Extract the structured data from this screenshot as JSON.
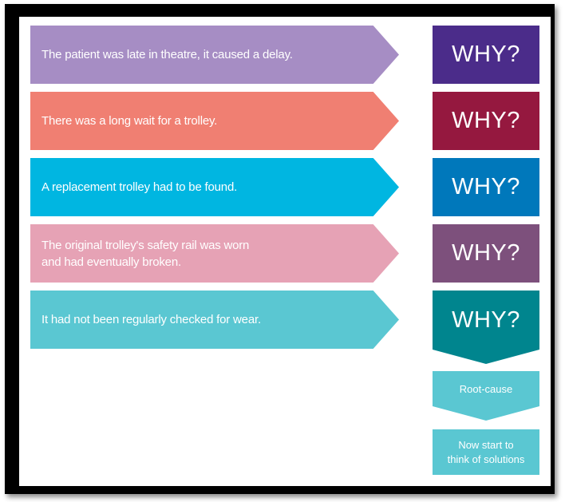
{
  "steps": [
    {
      "statement": "The patient was late in theatre, it caused a delay.",
      "why": "WHY?",
      "arrow_color": "#a68dc4",
      "why_color": "#4b2c8a"
    },
    {
      "statement": "There was a long wait for a trolley.",
      "why": "WHY?",
      "arrow_color": "#f07f72",
      "why_color": "#95183f"
    },
    {
      "statement": "A replacement trolley had to be found.",
      "why": "WHY?",
      "arrow_color": "#00b6e1",
      "why_color": "#0078bb"
    },
    {
      "statement": "The original trolley's safety rail was worn\nand had eventually broken.",
      "why": "WHY?",
      "arrow_color": "#e6a2b5",
      "why_color": "#7d507c"
    },
    {
      "statement": "It had not been regularly checked for wear.",
      "why": "WHY?",
      "arrow_color": "#5ac7d2",
      "why_color": "#00858e"
    }
  ],
  "root_cause": {
    "label": "Root-cause",
    "color": "#5ac7d2"
  },
  "solutions": {
    "label": "Now start to\nthink of solutions",
    "color": "#5ac7d2"
  }
}
